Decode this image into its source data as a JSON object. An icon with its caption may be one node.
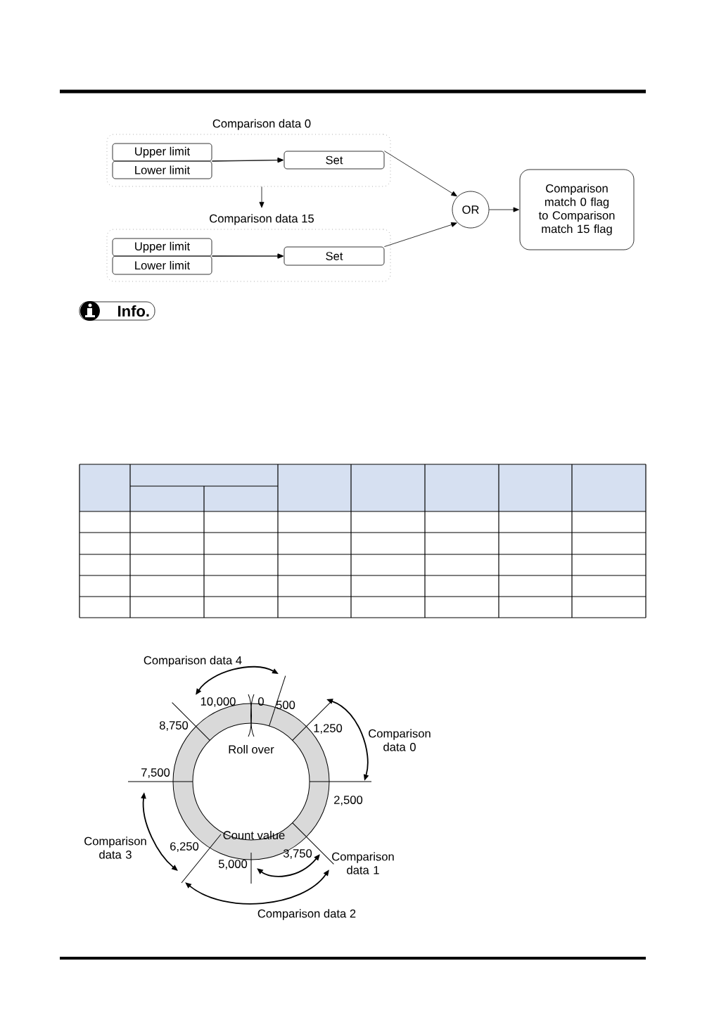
{
  "diagram": {
    "nodes": [
      {
        "text": [
          "Comparison data 0"
        ]
      },
      {
        "text": [
          "Upper limit"
        ],
        "in": 0
      },
      {
        "text": [
          "Lower limit"
        ],
        "in": 0
      },
      {
        "text": [
          "Set"
        ],
        "in": 0
      },
      {
        "text": [
          "Comparison data 15"
        ]
      },
      {
        "text": [
          "Upper limit"
        ],
        "in": 4
      },
      {
        "text": [
          "Lower limit"
        ],
        "in": 4
      },
      {
        "text": [
          "Set"
        ],
        "in": 4
      },
      {
        "text": [
          "OR"
        ]
      },
      {
        "text": [
          "Comparison match 0 flag to Comparison match 15 flag"
        ]
      },
      {
        "text": [
          "Info."
        ]
      }
    ],
    "edges": [
      {
        "from": 0,
        "to": 4,
        "arrow": "to"
      },
      {
        "from": 1,
        "to": 3,
        "arrow": "to"
      },
      {
        "from": 2,
        "to": 3,
        "arrow": "to"
      },
      {
        "from": 5,
        "to": 7,
        "arrow": "to"
      },
      {
        "from": 6,
        "to": 7,
        "arrow": "to"
      },
      {
        "from": 3,
        "to": 8,
        "arrow": "to"
      },
      {
        "from": 7,
        "to": 8,
        "arrow": "to"
      },
      {
        "from": 8,
        "to": 9,
        "arrow": "to"
      }
    ],
    "labels": [
      "Comparison data 4",
      "10,000",
      "0",
      "500",
      "8,750",
      "1,250",
      "Comparison data 0",
      "Roll over",
      "7,500",
      "2,500",
      "Comparison data 3",
      "6,250",
      "Count value",
      "Comparison data 1",
      "3,750",
      "5,000",
      "Comparison data 2"
    ]
  }
}
